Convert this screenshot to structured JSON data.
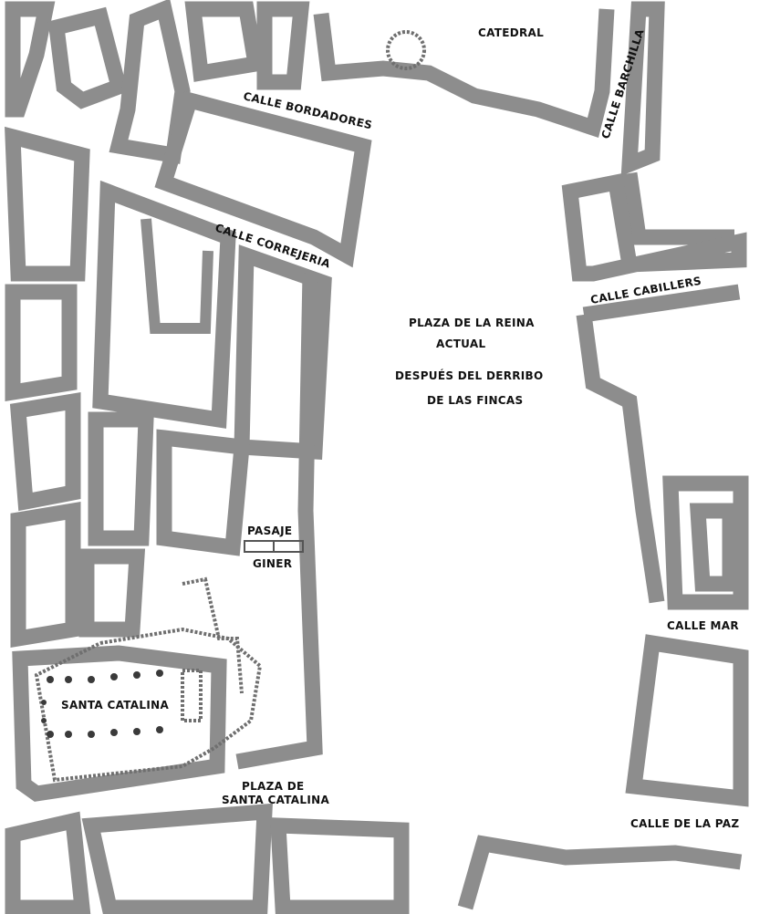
{
  "map": {
    "type": "street plan",
    "colors": {
      "building_fill": "#8d8d8d",
      "paper": "#ffffff",
      "label_text": "#111111"
    },
    "labels": {
      "catedral": "CATEDRAL",
      "calle_barchilla": "CALLE BARCHILLA",
      "calle_bordadores": "CALLE BORDADORES",
      "calle_correjeria": "CALLE CORREJERIA",
      "calle_cabillers": "CALLE CABILLERS",
      "plaza_reina_1": "PLAZA DE LA REINA",
      "plaza_reina_2": "ACTUAL",
      "despues_1": "DESPUÉS DEL DERRIBO",
      "despues_2": "DE LAS FINCAS",
      "pasaje": "PASAJE",
      "giner": "GINER",
      "calle_mar": "CALLE MAR",
      "santa_catalina": "SANTA CATALINA",
      "plaza_sc_1": "PLAZA DE",
      "plaza_sc_2": "SANTA CATALINA",
      "calle_paz": "CALLE DE LA PAZ"
    }
  }
}
